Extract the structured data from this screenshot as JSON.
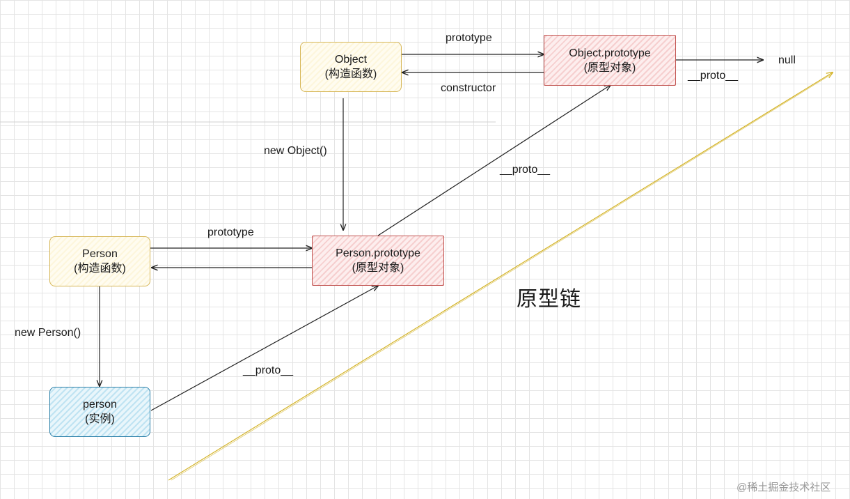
{
  "nodes": {
    "object": {
      "line1": "Object",
      "line2": "(构造函数)"
    },
    "object_prototype": {
      "line1": "Object.prototype",
      "line2": "(原型对象)"
    },
    "person": {
      "line1": "Person",
      "line2": "(构造函数)"
    },
    "person_prototype": {
      "line1": "Person.prototype",
      "line2": "(原型对象)"
    },
    "instance": {
      "line1": "person",
      "line2": "(实例)"
    },
    "null": "null"
  },
  "edge_labels": {
    "object_prototype": "prototype",
    "object_constructor": "constructor",
    "object_proto_to_null": "__proto__",
    "new_object": "new Object()",
    "person_prototype_proto": "__proto__",
    "person_prototype": "prototype",
    "new_person": "new Person()",
    "instance_proto": "__proto__"
  },
  "title": "原型链",
  "watermark": "@稀土掘金技术社区",
  "colors": {
    "constructor_border": "#d6b656",
    "prototype_border": "#c0504d",
    "instance_border": "#2a7fa8",
    "chain_line": "#d4b42a"
  }
}
